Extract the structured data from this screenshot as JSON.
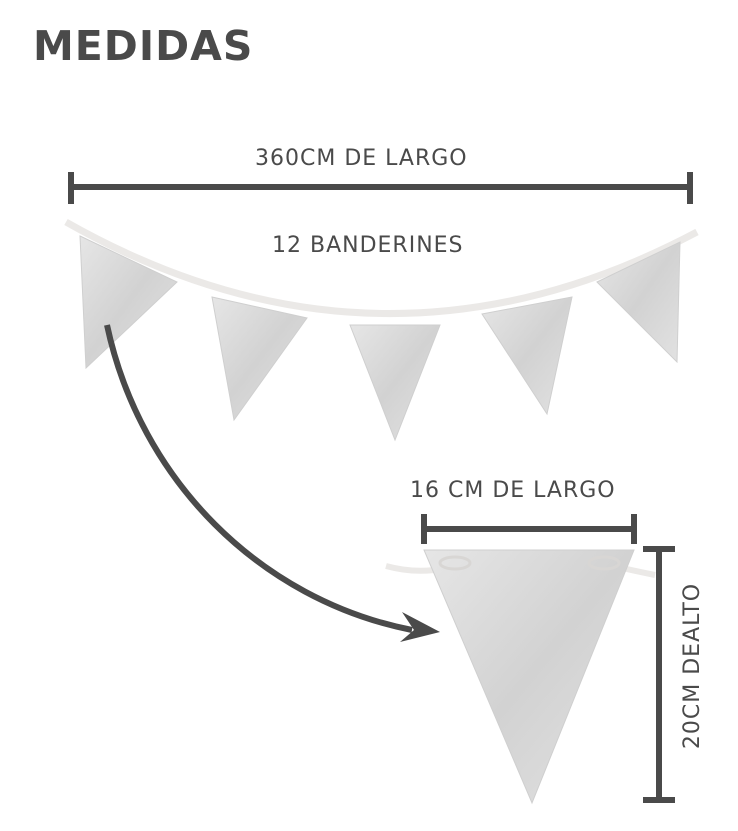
{
  "title": "MEDIDAS",
  "labels": {
    "total_length": "360CM DE LARGO",
    "flag_count": "12 BANDERINES",
    "flag_width": "16 CM DE LARGO",
    "flag_height": "20CM DEALTO"
  },
  "colors": {
    "text": "#4a4a4a",
    "arrow": "#4a4a4a",
    "flag": "#dcdcdc",
    "string": "#ebe9e7"
  }
}
